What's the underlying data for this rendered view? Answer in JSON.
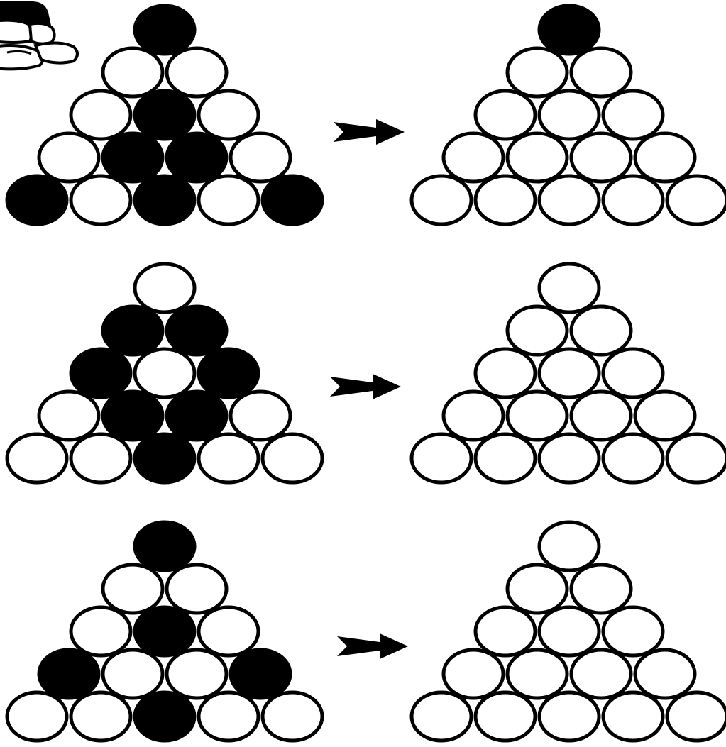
{
  "colors": {
    "background": "#ffffff",
    "ink": "#000000",
    "filled": "#000000",
    "empty": "#ffffff"
  },
  "icons": {
    "corner": "cartoon-character-feet-icon",
    "arrow": "right-arrow-icon"
  },
  "puzzles": [
    {
      "id": "puzzle-1",
      "start": [
        [
          1
        ],
        [
          0,
          0
        ],
        [
          0,
          1,
          0
        ],
        [
          0,
          1,
          1,
          0
        ],
        [
          1,
          0,
          1,
          0,
          1
        ]
      ],
      "target": [
        [
          1
        ],
        [
          0,
          0
        ],
        [
          0,
          0,
          0
        ],
        [
          0,
          0,
          0,
          0
        ],
        [
          0,
          0,
          0,
          0,
          0
        ]
      ]
    },
    {
      "id": "puzzle-2",
      "start": [
        [
          0
        ],
        [
          1,
          1
        ],
        [
          1,
          0,
          1
        ],
        [
          0,
          1,
          1,
          0
        ],
        [
          0,
          0,
          1,
          0,
          0
        ]
      ],
      "target": [
        [
          0
        ],
        [
          0,
          0
        ],
        [
          0,
          0,
          0
        ],
        [
          0,
          0,
          0,
          0
        ],
        [
          0,
          0,
          0,
          0,
          0
        ]
      ]
    },
    {
      "id": "puzzle-3",
      "start": [
        [
          1
        ],
        [
          0,
          0
        ],
        [
          0,
          1,
          0
        ],
        [
          1,
          0,
          0,
          1
        ],
        [
          0,
          0,
          1,
          0,
          0
        ]
      ],
      "target": [
        [
          0
        ],
        [
          0,
          0
        ],
        [
          0,
          0,
          0
        ],
        [
          0,
          0,
          0,
          0
        ],
        [
          0,
          0,
          0,
          0,
          0
        ]
      ]
    }
  ]
}
